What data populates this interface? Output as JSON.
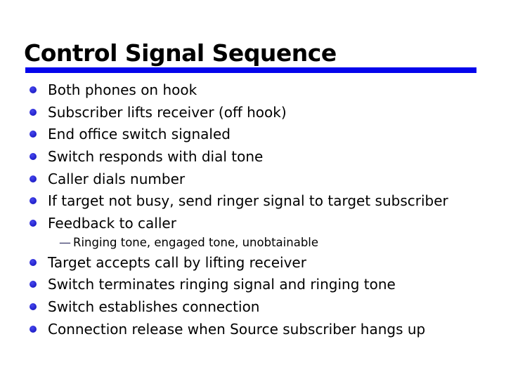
{
  "slide": {
    "title": "Control Signal Sequence",
    "colors": {
      "rule": "#0505ec",
      "bullet": "#2222cc",
      "dash": "#333366"
    },
    "bullets_top": [
      "Both phones on hook",
      "Subscriber lifts receiver (off hook)",
      "End office switch signaled",
      "Switch responds with dial tone",
      "Caller dials number",
      "If target not busy, send ringer signal to target subscriber",
      "Feedback to caller"
    ],
    "sub_bullet": {
      "marker": "—",
      "label": "Ringing tone, engaged tone, unobtainable"
    },
    "bullets_bottom": [
      "Target accepts call by lifting receiver",
      "Switch terminates ringing signal and ringing tone",
      "Switch establishes connection",
      "Connection release when Source subscriber hangs up"
    ]
  }
}
